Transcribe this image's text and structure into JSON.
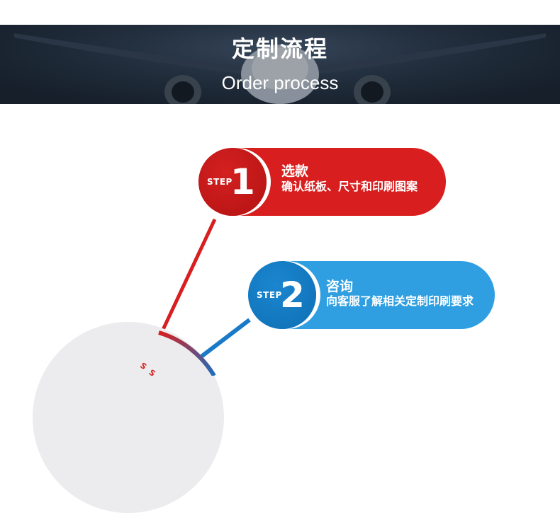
{
  "banner": {
    "title": "定制流程",
    "subtitle": "Order process"
  },
  "steps": [
    {
      "step_word": "STEP",
      "number": "1",
      "title": "选款",
      "description": "确认纸板、尺寸和印刷图案",
      "color": "#d81e1e"
    },
    {
      "step_word": "STEP",
      "number": "2",
      "title": "咨询",
      "description": "向客服了解相关定制印刷要求",
      "color": "#2f9fe1"
    }
  ],
  "disc": {
    "text": "S S"
  }
}
